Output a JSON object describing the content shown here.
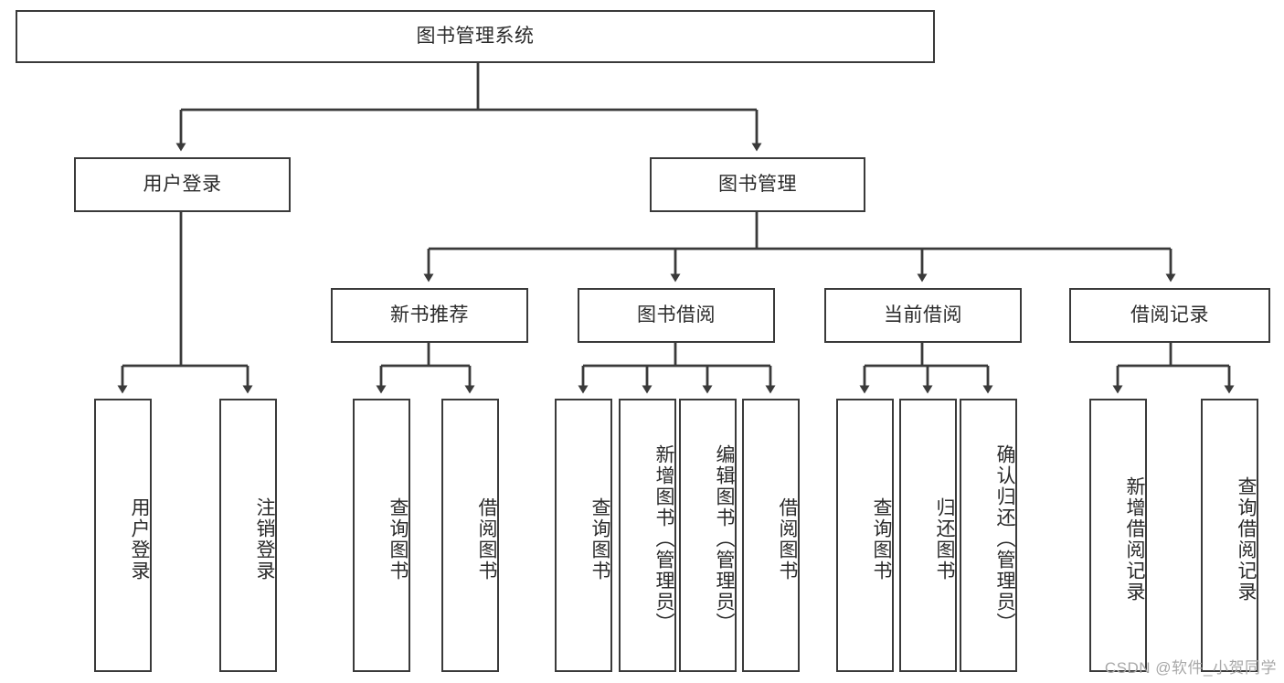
{
  "diagram": {
    "title": "图书管理系统",
    "watermark": "CSDN @软件_小贺同学",
    "colors": {
      "box_border": "#3a3a3a",
      "box_fill": "#ffffff",
      "line": "#3a3a3a",
      "text": "#2b2b2b",
      "watermark": "#a8a8a8"
    },
    "levels": {
      "root": {
        "label": "图书管理系统"
      },
      "level2": [
        {
          "id": "user-login",
          "label": "用户登录"
        },
        {
          "id": "book-management",
          "label": "图书管理"
        }
      ],
      "level3": [
        {
          "id": "new-book-recommend",
          "label": "新书推荐"
        },
        {
          "id": "book-borrow",
          "label": "图书借阅"
        },
        {
          "id": "current-borrow",
          "label": "当前借阅"
        },
        {
          "id": "borrow-record",
          "label": "借阅记录"
        }
      ],
      "leaves": {
        "user-login": [
          {
            "id": "leaf-user-login",
            "label": "用户登录"
          },
          {
            "id": "leaf-logout",
            "label": "注销登录"
          }
        ],
        "new-book-recommend": [
          {
            "id": "leaf-query-book-1",
            "label": "查询图书"
          },
          {
            "id": "leaf-borrow-book-1",
            "label": "借阅图书"
          }
        ],
        "book-borrow": [
          {
            "id": "leaf-query-book-2",
            "label": "查询图书"
          },
          {
            "id": "leaf-add-book",
            "label": "新增图书（管理员）"
          },
          {
            "id": "leaf-edit-book",
            "label": "编辑图书（管理员）"
          },
          {
            "id": "leaf-borrow-book-2",
            "label": "借阅图书"
          }
        ],
        "current-borrow": [
          {
            "id": "leaf-query-book-3",
            "label": "查询图书"
          },
          {
            "id": "leaf-return-book",
            "label": "归还图书"
          },
          {
            "id": "leaf-confirm-return",
            "label": "确认归还（管理员）"
          }
        ],
        "borrow-record": [
          {
            "id": "leaf-add-record",
            "label": "新增借阅记录"
          },
          {
            "id": "leaf-query-record",
            "label": "查询借阅记录"
          }
        ]
      }
    }
  }
}
